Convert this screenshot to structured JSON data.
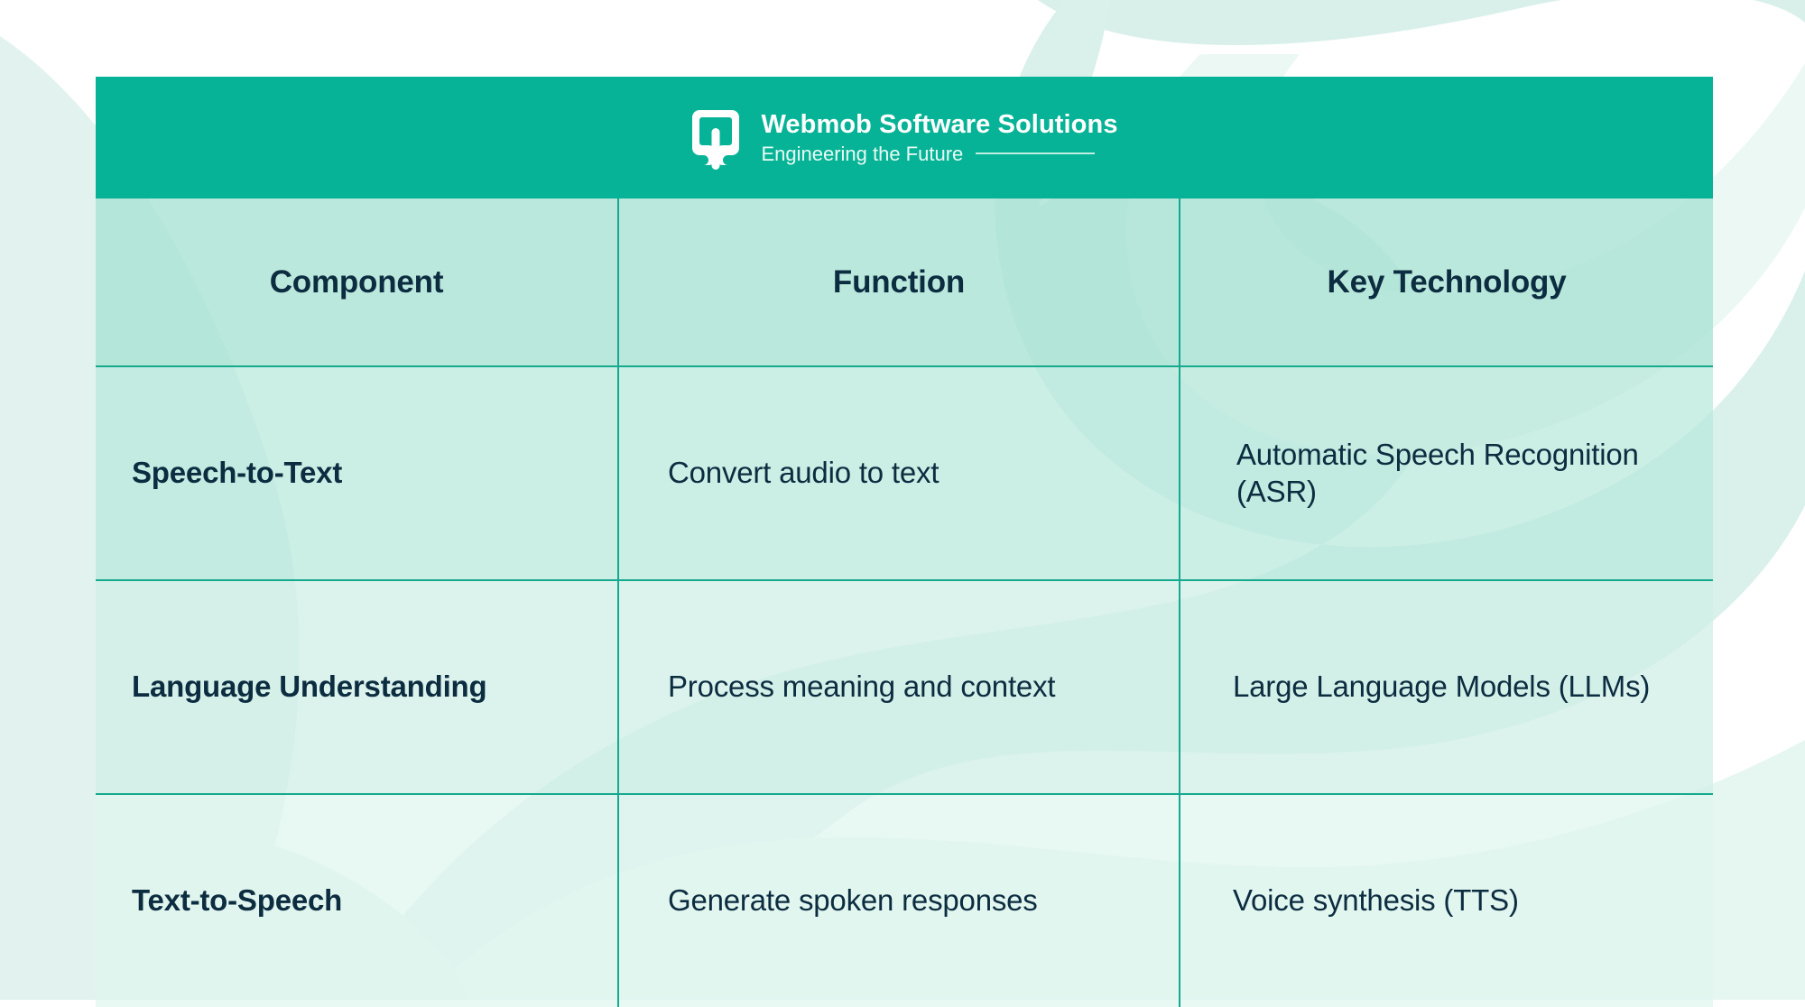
{
  "brand": {
    "logo_icon": "webmob-bracket-logo-icon",
    "name": "Webmob Software Solutions",
    "tagline": "Engineering the Future"
  },
  "theme": {
    "band": "#07b396",
    "grid_line": "#15a98d",
    "text_dark": "#0c2c40",
    "page_bg": "#ffffff",
    "decor_mint": "#d7efe9",
    "decor_mint_soft": "#e8f6f2"
  },
  "table": {
    "columns": [
      "Component",
      "Function",
      "Key Technology"
    ],
    "rows": [
      {
        "component": "Speech-to-Text",
        "function": "Convert audio to text",
        "key_technology": "Automatic Speech Recognition (ASR)"
      },
      {
        "component": "Language Understanding",
        "function": "Process meaning and context",
        "key_technology": "Large Language Models (LLMs)"
      },
      {
        "component": "Text-to-Speech",
        "function": "Generate spoken responses",
        "key_technology": "Voice synthesis (TTS)"
      }
    ]
  }
}
